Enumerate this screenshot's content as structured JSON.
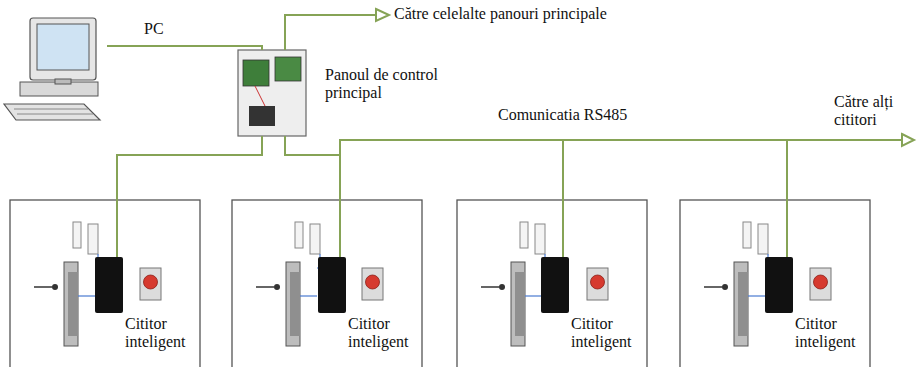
{
  "diagram": {
    "nodes": [
      {
        "text": [
          "PC"
        ]
      },
      {
        "text": [
          "Panoul de control principal"
        ]
      },
      {
        "text": [
          "Cititor inteligent"
        ]
      },
      {
        "text": [
          "Cititor inteligent"
        ]
      },
      {
        "text": [
          "Cititor inteligent"
        ]
      },
      {
        "text": [
          "Cititor inteligent"
        ]
      }
    ],
    "edges": [
      {
        "from": 0,
        "to": 1,
        "arrow": "none"
      },
      {
        "from": 1,
        "to": 2,
        "arrow": "none"
      },
      {
        "from": 1,
        "to": 3,
        "arrow": "none"
      },
      {
        "from": 1,
        "to": 4,
        "arrow": "none"
      },
      {
        "from": 1,
        "to": 5,
        "arrow": "none"
      }
    ],
    "labels": [
      "Către celelalte panouri principale",
      "Comunicatia RS485",
      "Către alți cititori"
    ]
  }
}
